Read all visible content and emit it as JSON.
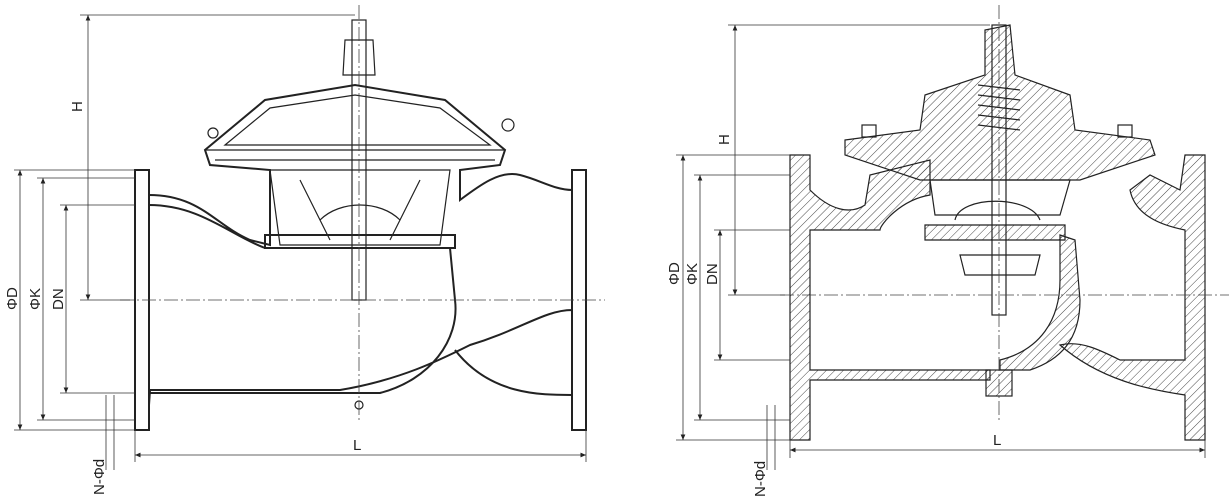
{
  "drawings": [
    {
      "name": "diaphragm-valve-left",
      "labels": {
        "height": "H",
        "flange_od": "ΦD",
        "bolt_circle": "ΦK",
        "nominal": "DN",
        "bolts": "N-Φd",
        "length": "L"
      }
    },
    {
      "name": "piston-valve-right",
      "labels": {
        "height": "H",
        "flange_od": "ΦD",
        "bolt_circle": "ΦK",
        "nominal": "DN",
        "bolts": "N-Φd",
        "length": "L"
      }
    }
  ]
}
